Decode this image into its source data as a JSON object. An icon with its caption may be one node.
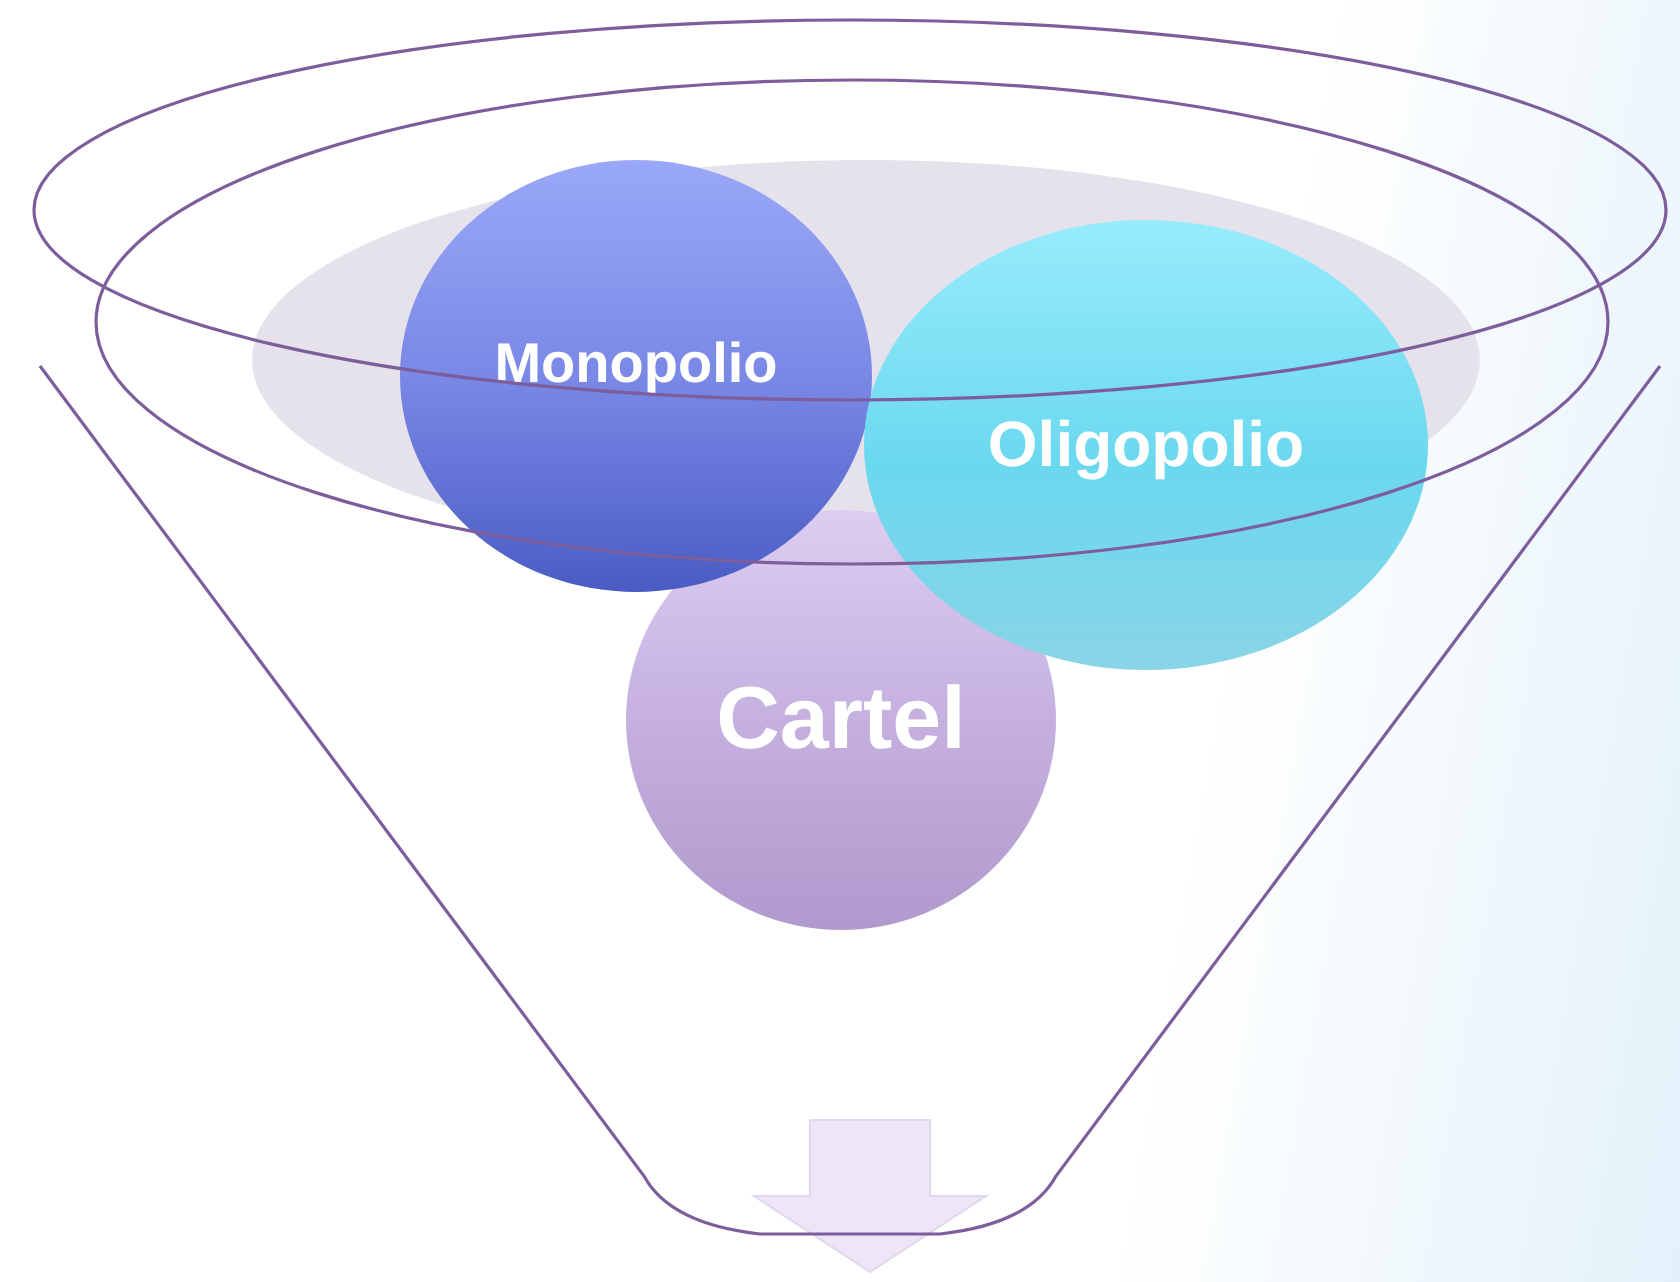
{
  "diagram": {
    "nodes": [
      {
        "text": [
          "Monopolio"
        ]
      },
      {
        "text": [
          "Oligopolio"
        ]
      },
      {
        "text": [
          "Cartel"
        ]
      }
    ]
  }
}
